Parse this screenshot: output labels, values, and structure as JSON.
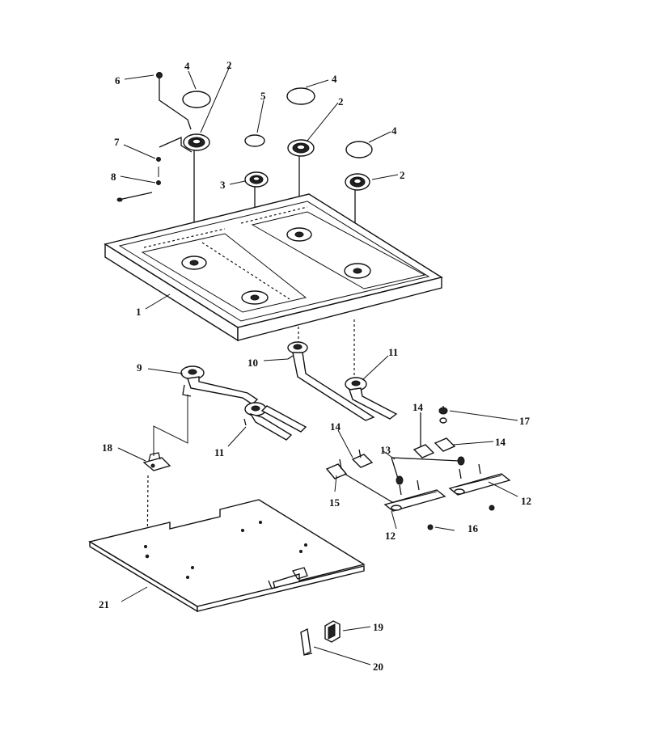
{
  "labels": {
    "l1": "1",
    "l2a": "2",
    "l2b": "2",
    "l2c": "2",
    "l3": "3",
    "l4a": "4",
    "l4b": "4",
    "l4c": "4",
    "l5": "5",
    "l6": "6",
    "l7": "7",
    "l8": "8",
    "l9": "9",
    "l10": "10",
    "l11a": "11",
    "l11b": "11",
    "l12a": "12",
    "l12b": "12",
    "l13": "13",
    "l14a": "14",
    "l14b": "14",
    "l14c": "14",
    "l15": "15",
    "l16": "16",
    "l17": "17",
    "l18": "18",
    "l19": "19",
    "l20": "20",
    "l21": "21"
  }
}
